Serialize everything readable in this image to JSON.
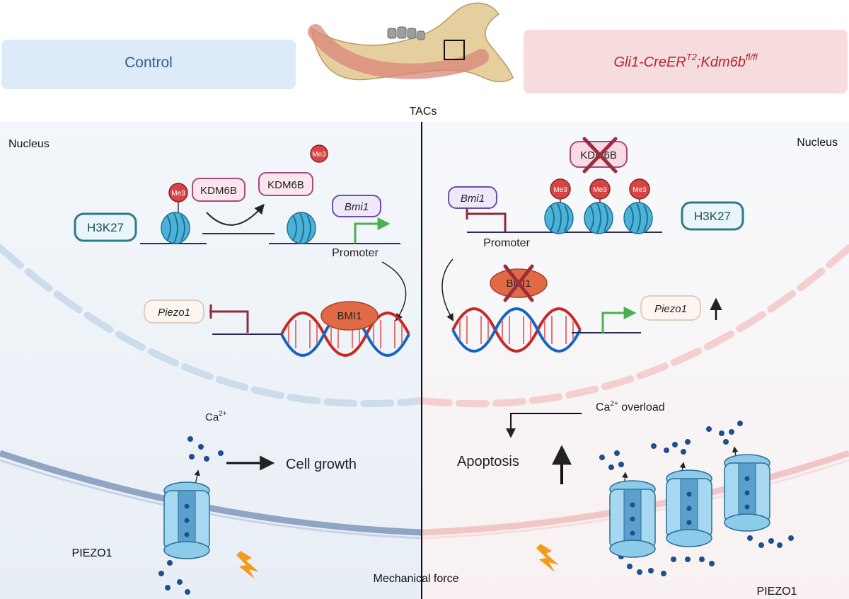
{
  "header": {
    "control": "Control",
    "mutant_part1": "Gli1-CreER",
    "mutant_sup1": "T2",
    "mutant_part2": ";Kdm6b",
    "mutant_sup2": "fl/fl",
    "tacs": "TACs"
  },
  "control": {
    "nucleus": "Nucleus",
    "h3k27": "H3K27",
    "me3": "Me3",
    "kdm6b": "KDM6B",
    "bmi1": "Bmi1",
    "promoter": "Promoter",
    "piezo1_gene": "Piezo1",
    "bmi1_protein": "BMI1",
    "ca": "Ca",
    "ca_charge": "2+",
    "cell_growth": "Cell growth",
    "piezo1": "PIEZO1"
  },
  "mutant": {
    "nucleus": "Nucleus",
    "kdm6b": "KDM6B",
    "bmi1": "Bmi1",
    "promoter": "Promoter",
    "me3": "Me3",
    "h3k27": "H3K27",
    "bmi1_protein": "BMI1",
    "piezo1_gene": "Piezo1",
    "ca": "Ca",
    "ca_charge": "2+",
    "overload": " overload",
    "apoptosis": "Apoptosis",
    "piezo1": "PIEZO1"
  },
  "center": {
    "mechanical_force": "Mechanical force"
  },
  "colors": {
    "control_banner": "#dcebf7",
    "mutant_banner": "#f6dcdc",
    "me3": "#d64545",
    "nucleosome": "#4bb3d8",
    "activation": "#4caf50",
    "repression": "#8e2b3a",
    "bmi1_protein": "#e06a44",
    "calcium": "#1f4f8f",
    "force": "#f29b1e"
  }
}
